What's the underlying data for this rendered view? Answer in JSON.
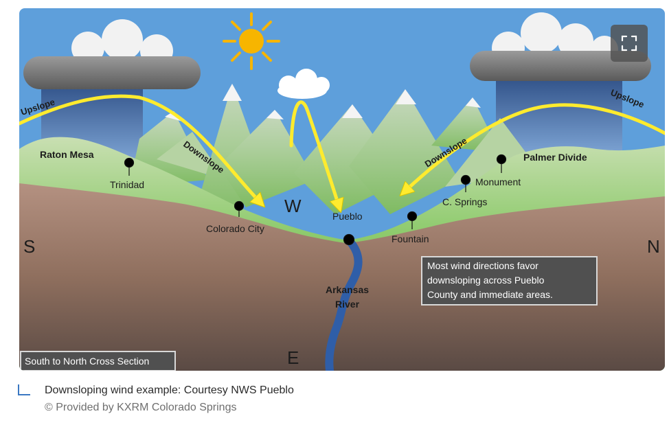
{
  "diagram": {
    "compass": {
      "south": "S",
      "north": "N",
      "west": "W",
      "east": "E"
    },
    "places": {
      "raton_mesa": "Raton Mesa",
      "trinidad": "Trinidad",
      "colorado_city": "Colorado City",
      "pueblo": "Pueblo",
      "fountain": "Fountain",
      "c_springs": "C. Springs",
      "monument": "Monument",
      "palmer_divide": "Palmer Divide"
    },
    "river_line1": "Arkansas",
    "river_line2": "River",
    "wind": {
      "upslope_left": "Upslope",
      "downslope_left": "Downslope",
      "downslope_right": "Downslope",
      "upslope_right": "Upslope"
    },
    "note_lines": [
      "Most wind directions favor",
      "downsloping across Pueblo",
      "County and immediate areas."
    ],
    "section_label": "South to North Cross Section",
    "colors": {
      "sky": "#5e9fdb",
      "ground": "#8f6f5e",
      "wind_arrow": "#ffeb2e",
      "river": "#2f5ea8",
      "sun": "#f7b500"
    }
  },
  "expand_button": {
    "icon": "expand-icon"
  },
  "caption": {
    "title": "Downsloping wind example: Courtesy NWS Pueblo",
    "credit": "© Provided by KXRM Colorado Springs"
  }
}
